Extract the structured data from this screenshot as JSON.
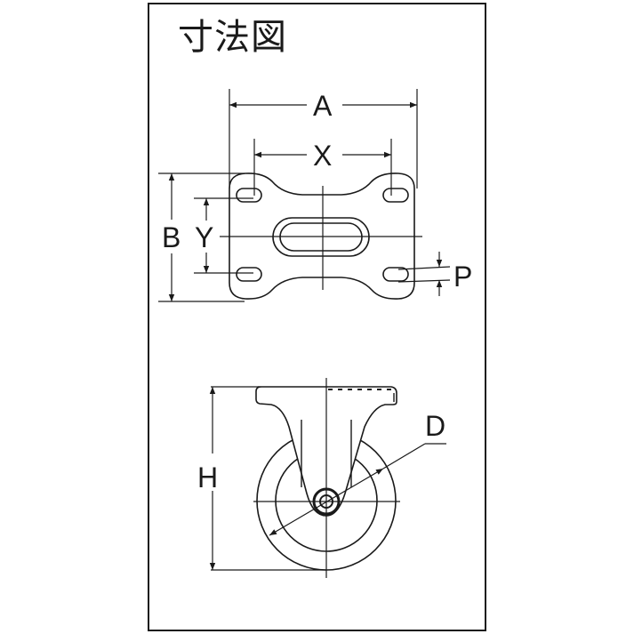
{
  "title": "寸法図",
  "top_view": {
    "labels": {
      "A": "A",
      "X": "X",
      "B": "B",
      "Y": "Y",
      "P": "P"
    }
  },
  "side_view": {
    "labels": {
      "H": "H",
      "D": "D"
    }
  },
  "colors": {
    "line": "#1a1a1a",
    "background": "#ffffff"
  }
}
